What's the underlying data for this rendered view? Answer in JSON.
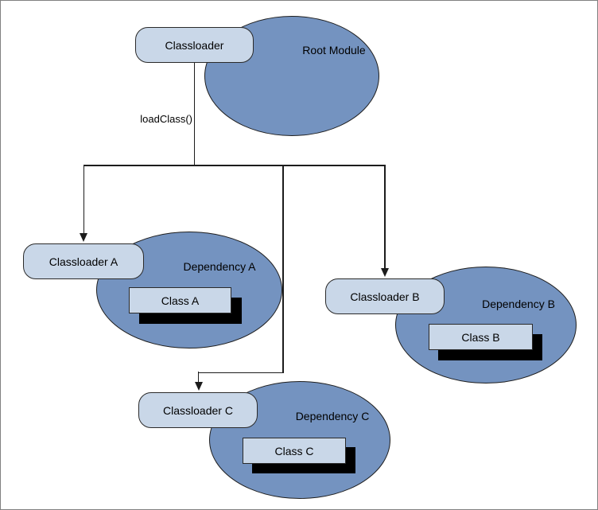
{
  "colors": {
    "ellipse_fill": "#7493c0",
    "node_fill": "#c9d7e8",
    "line_color": "#1c1c1c",
    "shadow_fill": "#000000",
    "page_border": "#808080"
  },
  "diagram": {
    "root": {
      "classloader_label": "Classloader",
      "module_label": "Root Module",
      "edge_label": "loadClass()"
    },
    "dependencies": [
      {
        "classloader_label": "Classloader A",
        "module_label": "Dependency A",
        "class_label": "Class A"
      },
      {
        "classloader_label": "Classloader B",
        "module_label": "Dependency B",
        "class_label": "Class B"
      },
      {
        "classloader_label": "Classloader C",
        "module_label": "Dependency C",
        "class_label": "Class C"
      }
    ]
  }
}
